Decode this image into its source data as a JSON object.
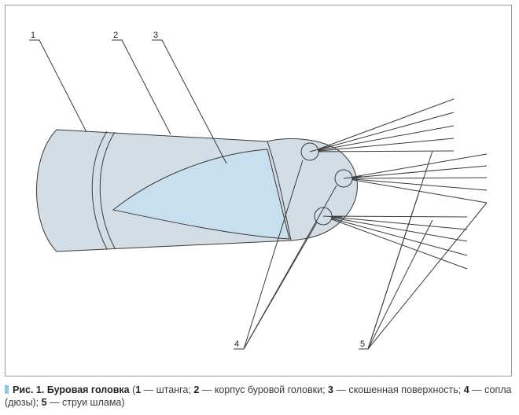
{
  "labels": {
    "l1": "1",
    "l2": "2",
    "l3": "3",
    "l4": "4",
    "l5": "5"
  },
  "caption": {
    "title": "Рис. 1. Буровая головка",
    "open": " (",
    "n1": "1",
    "t1": " — штанга; ",
    "n2": "2",
    "t2": " — корпус буровой головки; ",
    "n3": "3",
    "t3": " — скошенная поверхность; ",
    "n4": "4",
    "t4": " — сопла (дюзы); ",
    "n5": "5",
    "t5": " — струи шлама)"
  },
  "colors": {
    "body_fill": "#d2dde5",
    "surface_fill": "#c7dfee",
    "outline": "#3a3a3a",
    "caption_marker": "#8ec6e6"
  }
}
